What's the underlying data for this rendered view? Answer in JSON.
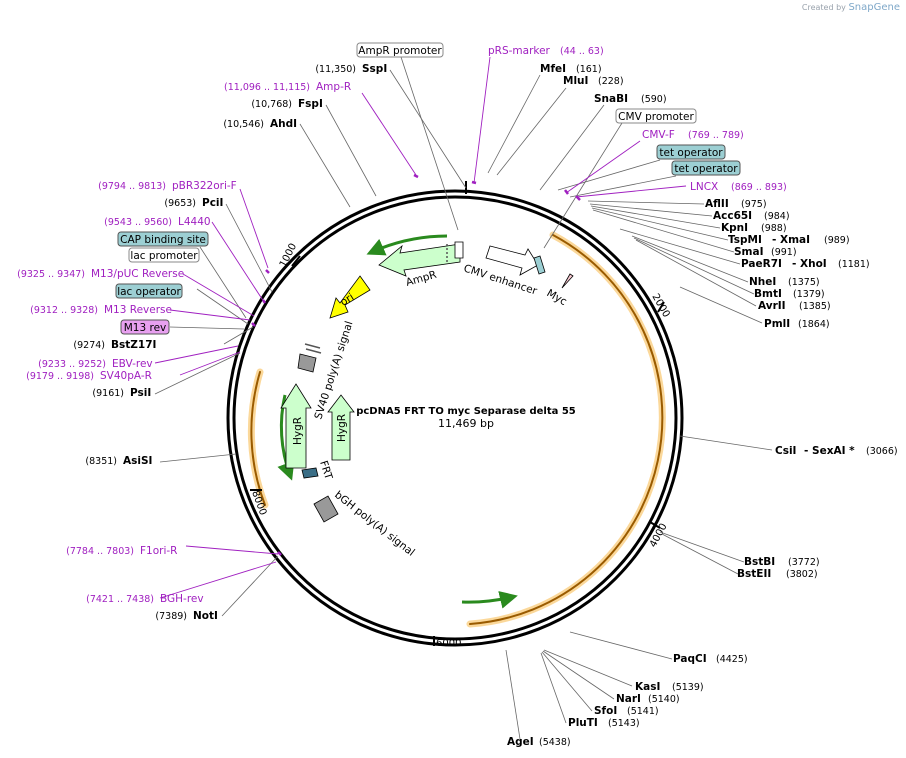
{
  "credit": {
    "prefix": "Created by",
    "brand": "SnapGene"
  },
  "plasmid": {
    "name": "pcDNA5 FRT TO myc Separase delta 55",
    "size": "11,469 bp"
  },
  "ticks": [
    "1000",
    "2000",
    "4000",
    "6000",
    "8000"
  ],
  "enzymes": [
    {
      "name": "SspI",
      "pos": "(11,350)"
    },
    {
      "name": "FspI",
      "pos": "(10,768)"
    },
    {
      "name": "AhdI",
      "pos": "(10,546)"
    },
    {
      "name": "PciI",
      "pos": "(9653)"
    },
    {
      "name": "BstZ17I",
      "pos": "(9274)"
    },
    {
      "name": "PsiI",
      "pos": "(9161)"
    },
    {
      "name": "AsiSI",
      "pos": "(8351)"
    },
    {
      "name": "NotI",
      "pos": "(7389)"
    },
    {
      "name": "MfeI",
      "pos": "(161)"
    },
    {
      "name": "MluI",
      "pos": "(228)"
    },
    {
      "name": "SnaBI",
      "pos": "(590)"
    },
    {
      "name": "AflII",
      "pos": "(975)"
    },
    {
      "name": "Acc65I",
      "pos": "(984)"
    },
    {
      "name": "KpnI",
      "pos": "(988)"
    },
    {
      "name": "TspMI",
      "sep": "- XmaI",
      "pos": "(989)"
    },
    {
      "name": "SmaI",
      "pos": "(991)"
    },
    {
      "name": "PaeR7I",
      "sep": "- XhoI",
      "pos": "(1181)"
    },
    {
      "name": "NheI",
      "pos": "(1375)"
    },
    {
      "name": "BmtI",
      "pos": "(1379)"
    },
    {
      "name": "AvrII",
      "pos": "(1385)"
    },
    {
      "name": "PmlI",
      "pos": "(1864)"
    },
    {
      "name": "CsiI",
      "sep": "- SexAI *",
      "pos": "(3066)"
    },
    {
      "name": "BstBI",
      "pos": "(3772)"
    },
    {
      "name": "BstEII",
      "pos": "(3802)"
    },
    {
      "name": "PaqCI",
      "pos": "(4425)"
    },
    {
      "name": "KasI",
      "pos": "(5139)"
    },
    {
      "name": "NarI",
      "pos": "(5140)"
    },
    {
      "name": "SfoI",
      "pos": "(5141)"
    },
    {
      "name": "PluTI",
      "pos": "(5143)"
    },
    {
      "name": "AgeI",
      "pos": "(5438)"
    }
  ],
  "primers": [
    {
      "name": "Amp-R",
      "pos": "(11,096 .. 11,115)"
    },
    {
      "name": "pRS-marker",
      "pos": "(44 .. 63)"
    },
    {
      "name": "CMV-F",
      "pos": "(769 .. 789)"
    },
    {
      "name": "LNCX",
      "pos": "(869 .. 893)"
    },
    {
      "name": "pBR322ori-F",
      "pos": "(9794 .. 9813)"
    },
    {
      "name": "L4440",
      "pos": "(9543 .. 9560)"
    },
    {
      "name": "M13/pUC Reverse",
      "pos": "(9325 .. 9347)"
    },
    {
      "name": "M13 Reverse",
      "pos": "(9312 .. 9328)"
    },
    {
      "name": "EBV-rev",
      "pos": "(9233 .. 9252)"
    },
    {
      "name": "SV40pA-R",
      "pos": "(9179 .. 9198)"
    },
    {
      "name": "F1ori-R",
      "pos": "(7784 .. 7803)"
    },
    {
      "name": "BGH-rev",
      "pos": "(7421 .. 7438)"
    }
  ],
  "boxed_labels": [
    {
      "name": "AmpR promoter",
      "style": "white"
    },
    {
      "name": "CMV promoter",
      "style": "white"
    },
    {
      "name": "tet operator",
      "style": "teal"
    },
    {
      "name": "tet operator",
      "style": "teal"
    },
    {
      "name": "CAP binding site",
      "style": "teal"
    },
    {
      "name": "lac promoter",
      "style": "white"
    },
    {
      "name": "lac operator",
      "style": "teal"
    },
    {
      "name": "M13 rev",
      "style": "pink"
    }
  ],
  "features": {
    "ampr": "AmpR",
    "cmv_enhancer": "CMV enhancer",
    "myc": "Myc",
    "ori": "ori",
    "sv40": "SV40 poly(A) signal",
    "hygr1": "HygR",
    "hygr2": "HygR",
    "frt": "FRT",
    "bgh": "bGH poly(A) signal"
  },
  "colors": {
    "backbone": "#000000",
    "orf": "#f5a623",
    "arrow_green": "#2a8a1e",
    "feature_green": "#ccffcc",
    "ori_yellow": "#ffff00",
    "primer": "#a020c0",
    "teal_box": "#9ccfd3",
    "pink_box": "#e8a0f0"
  }
}
